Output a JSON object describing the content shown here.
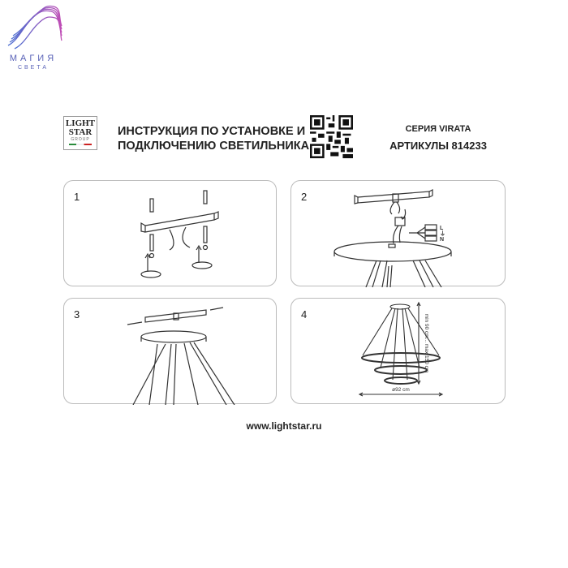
{
  "brand": {
    "name": "МАГИЯ",
    "sub": "СВЕТА"
  },
  "lightstar_logo": {
    "line1": "LIGHT",
    "line2": "STAR",
    "line3": "GROUP"
  },
  "header": {
    "title_line1": "ИНСТРУКЦИЯ ПО УСТАНОВКЕ И",
    "title_line2": "ПОДКЛЮЧЕНИЮ СВЕТИЛЬНИКА",
    "series": "СЕРИЯ VIRATA",
    "articles": "АРТИКУЛЫ 814233"
  },
  "steps": [
    {
      "number": "1"
    },
    {
      "number": "2",
      "terminals": [
        "L",
        "⏚",
        "N"
      ]
    },
    {
      "number": "3"
    },
    {
      "number": "4",
      "height_label": "min 90 cm... max 150 cm",
      "diameter_label": "ø92 cm"
    }
  ],
  "footer": {
    "website": "www.lightstar.ru"
  }
}
